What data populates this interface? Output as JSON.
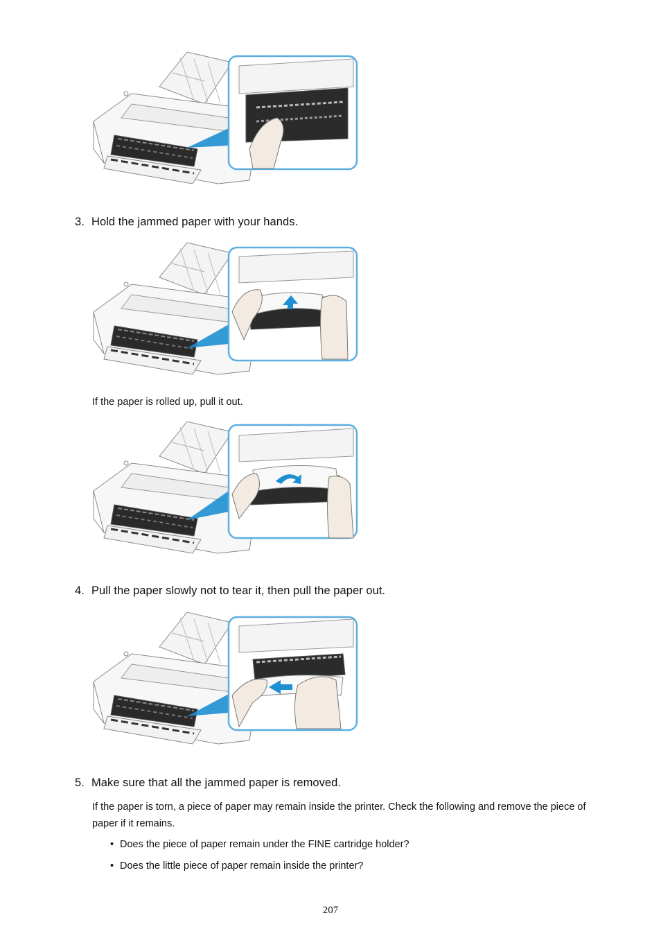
{
  "steps": [
    {
      "num": "3.",
      "text": "Hold the jammed paper with your hands."
    },
    {
      "num": "4.",
      "text": "Pull the paper slowly not to tear it, then pull the paper out."
    },
    {
      "num": "5.",
      "text": "Make sure that all the jammed paper is removed."
    }
  ],
  "notes": {
    "rolled_up": "If the paper is rolled up, pull it out.",
    "torn": "If the paper is torn, a piece of paper may remain inside the printer. Check the following and remove the piece of paper if it remains."
  },
  "bullets": [
    "Does the piece of paper remain under the FINE cartridge holder?",
    "Does the little piece of paper remain inside the printer?"
  ],
  "bullet_symbol": "•",
  "page_number": "207",
  "colors": {
    "callout_border": "#5aaee0",
    "arrow": "#1e8fd0",
    "printer_line": "#888888"
  }
}
